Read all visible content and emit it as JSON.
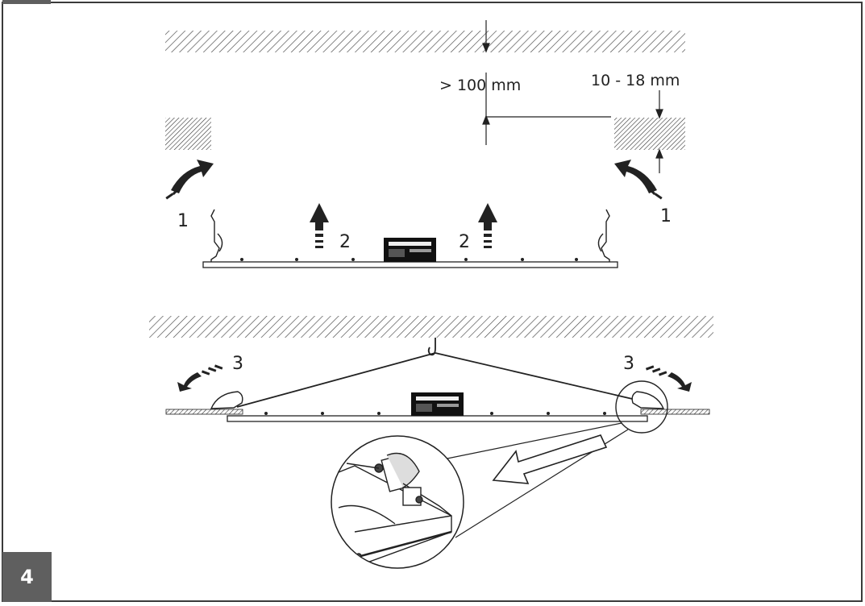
{
  "step_number": "4",
  "labels": {
    "clearance": "> 100 mm",
    "ceiling_thickness": "10 - 18 mm",
    "step_1_left": "1",
    "step_1_right": "1",
    "step_2_left": "2",
    "step_2_right": "2",
    "step_3_left": "3",
    "step_3_right": "3"
  },
  "colors": {
    "line": "#222222",
    "hatch": "#444444",
    "frame": "#3a3a3a",
    "badge": "#5f5f5f"
  }
}
